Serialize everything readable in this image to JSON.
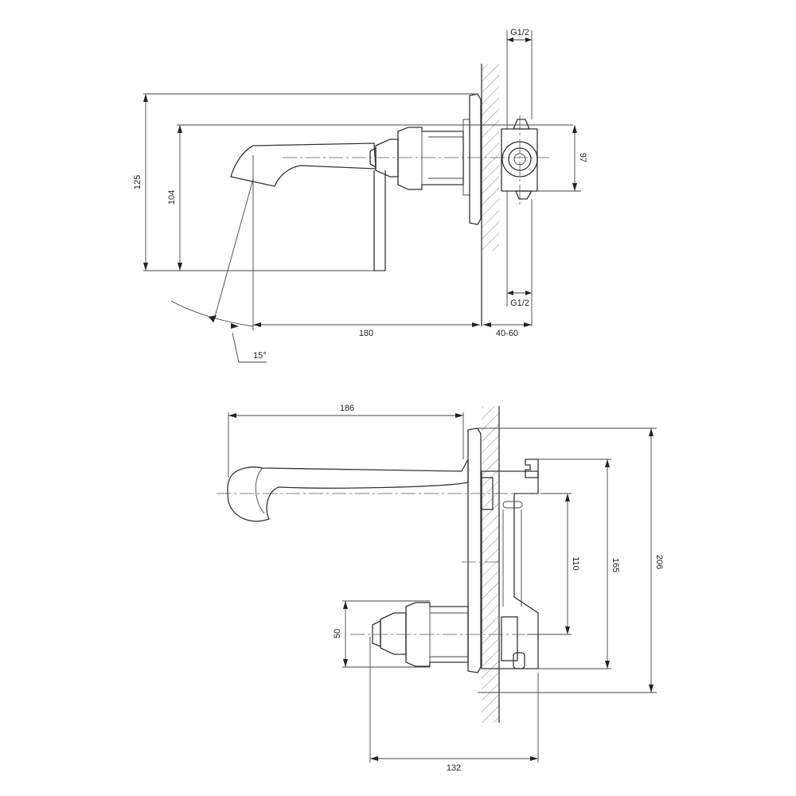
{
  "dimensions": {
    "top_view": {
      "thread_top": "G1/2",
      "thread_bottom": "G1/2",
      "height_total": "125",
      "height_spout": "104",
      "mount_height": "97",
      "spout_reach": "180",
      "wall_depth": "40-60",
      "angle": "15°"
    },
    "bottom_view": {
      "spout_length": "186",
      "height_110": "110",
      "height_165": "165",
      "height_206": "206",
      "handle_height": "50",
      "depth": "132"
    }
  }
}
